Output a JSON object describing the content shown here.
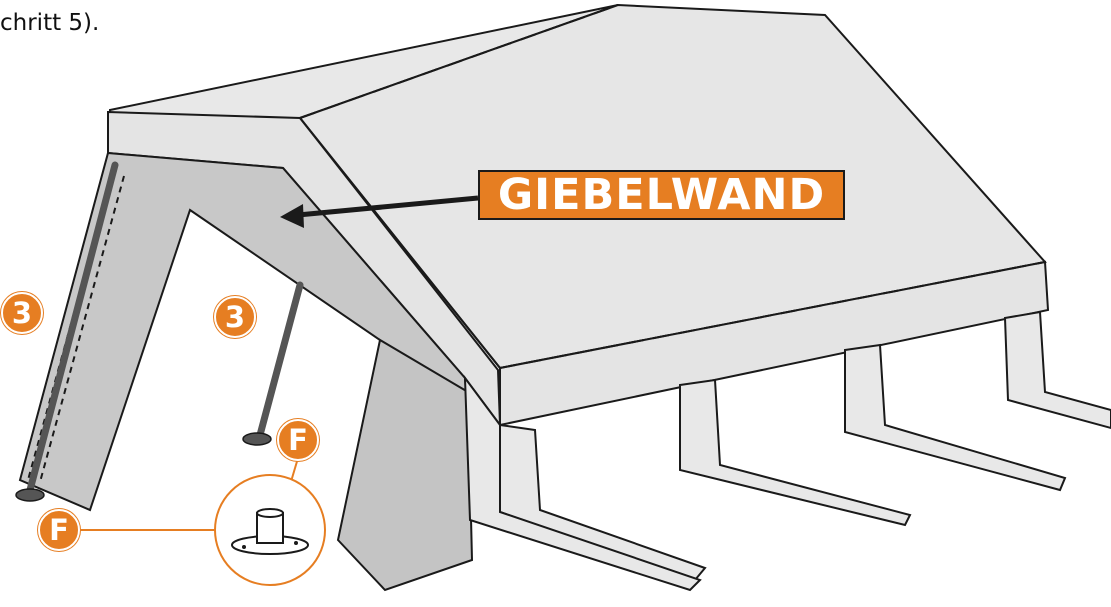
{
  "caption": "chritt 5).",
  "callout": {
    "label": "GIEBELWAND"
  },
  "markers": {
    "pole_left": "3",
    "pole_right": "3",
    "foot_left": "F",
    "foot_right": "F"
  },
  "colors": {
    "accent": "#e67e22",
    "canvas_light": "#e8e8e8",
    "canvas_mid": "#c8c8c8",
    "outline": "#1a1a1a"
  }
}
